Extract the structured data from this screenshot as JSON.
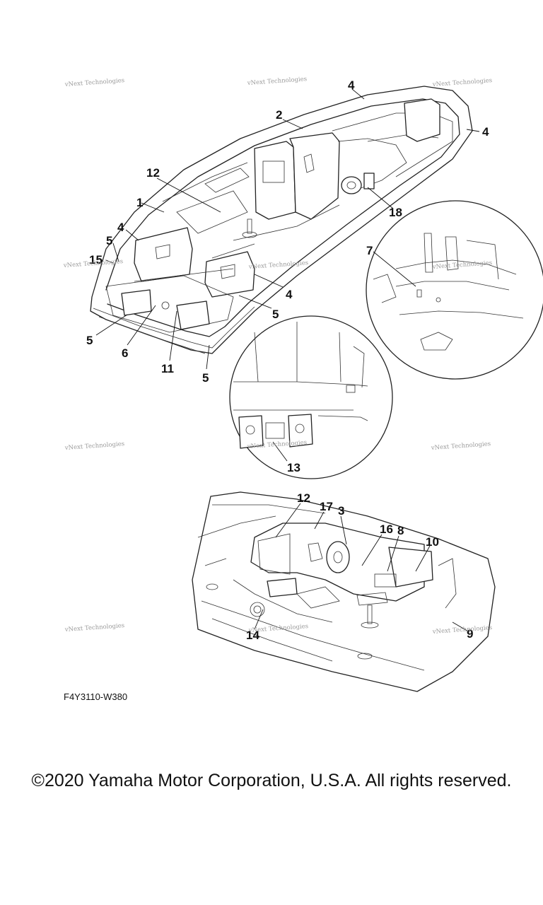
{
  "figure_code": "F4Y3110-W380",
  "copyright": "©2020 Yamaha Motor Corporation, U.S.A. All rights reserved.",
  "watermark": "vNext Technologies",
  "callouts": {
    "c1": "1",
    "c2": "2",
    "c4a": "4",
    "c4b": "4",
    "c4c": "4",
    "c4d": "4",
    "c5a": "5",
    "c5b": "5",
    "c5c": "5",
    "c5d": "5",
    "c6": "6",
    "c11": "11",
    "c12": "12",
    "c15": "15",
    "c18": "18",
    "c7": "7",
    "c13": "13",
    "c12b": "12",
    "c17": "17",
    "c3": "3",
    "c16": "16",
    "c8": "8",
    "c10": "10",
    "c14": "14",
    "c9": "9"
  }
}
